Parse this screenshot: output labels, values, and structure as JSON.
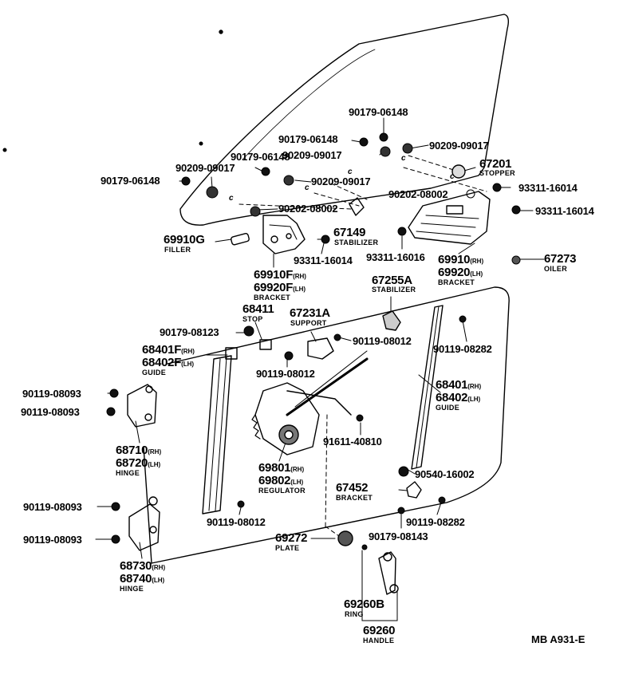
{
  "labels": {
    "p1": "90179-06148",
    "p2": "90179-06148",
    "p3": "90209-09017",
    "p4": "90179-06148",
    "p5": "90209-09017",
    "p6": "90209-09017",
    "p7": "90179-06148",
    "p8": "90209-09017",
    "p9": "90202-08002",
    "p10": "90202-08002",
    "p11_num": "67201",
    "p11_sub": "STOPPER",
    "p12": "93311-16014",
    "p13": "93311-16014",
    "p14_num": "69910G",
    "p14_sub": "FILLER",
    "p15_num": "67149",
    "p15_sub": "STABILIZER",
    "p16": "93311-16014",
    "p17": "93311-16016",
    "p18_num": "69910",
    "p18_suf": "(RH)",
    "p19_num": "69920",
    "p19_suf": "(LH)",
    "p19_sub": "BRACKET",
    "p20_num": "67273",
    "p20_sub": "OILER",
    "p21_num": "69910F",
    "p21_suf": "(RH)",
    "p22_num": "69920F",
    "p22_suf": "(LH)",
    "p22_sub": "BRACKET",
    "p23_num": "67255A",
    "p23_sub": "STABILIZER",
    "p24_num": "68411",
    "p24_sub": "STOP",
    "p25_num": "67231A",
    "p25_sub": "SUPPORT",
    "p26": "90179-08123",
    "p27": "90119-08012",
    "p28": "90119-08282",
    "p29_num": "68401F",
    "p29_suf": "(RH)",
    "p30_num": "68402F",
    "p30_suf": "(LH)",
    "p30_sub": "GUIDE",
    "p31": "90119-08012",
    "p32": "90119-08093",
    "p33": "90119-08093",
    "p34_num": "68401",
    "p34_suf": "(RH)",
    "p35_num": "68402",
    "p35_suf": "(LH)",
    "p35_sub": "GUIDE",
    "p36": "91611-40810",
    "p37_num": "68710",
    "p37_suf": "(RH)",
    "p38_num": "68720",
    "p38_suf": "(LH)",
    "p38_sub": "HINGE",
    "p39_num": "69801",
    "p39_suf": "(RH)",
    "p40_num": "69802",
    "p40_suf": "(LH)",
    "p40_sub": "REGULATOR",
    "p41": "90540-16002",
    "p42_num": "67452",
    "p42_sub": "BRACKET",
    "p43": "90119-08093",
    "p44": "90119-08012",
    "p45": "90119-08282",
    "p46": "90119-08093",
    "p47_num": "69272",
    "p47_sub": "PLATE",
    "p48": "90179-08143",
    "p49_num": "68730",
    "p49_suf": "(RH)",
    "p50_num": "68740",
    "p50_suf": "(LH)",
    "p50_sub": "HINGE",
    "p51_num": "69260B",
    "p51_sub": "RING",
    "p52_num": "69260",
    "p52_sub": "HANDLE",
    "c": "c",
    "code": "MB A931-E"
  }
}
